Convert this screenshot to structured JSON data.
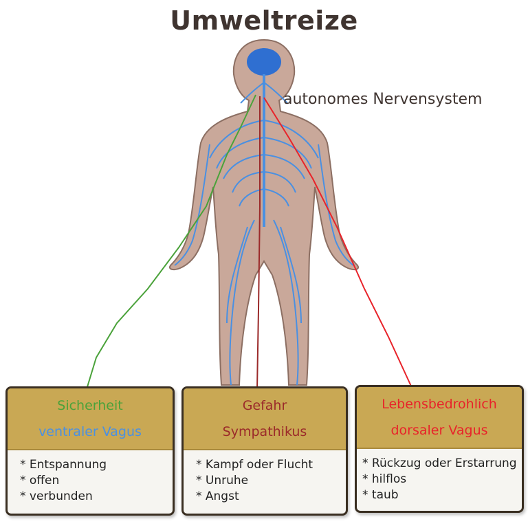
{
  "title": "Umweltreize",
  "ans_label": "autonomes Nervensystem",
  "colors": {
    "skin": "#c9a89a",
    "nerves": "#4a90e2",
    "brain": "#2f6fd1",
    "green": "#4aa23a",
    "darkred": "#9b2a2a",
    "red": "#e8232a",
    "box_header": "#c9a854"
  },
  "boxes": [
    {
      "state": "Sicherheit",
      "nerve": "ventraler Vagus",
      "items": [
        "Entspannung",
        "offen",
        "verbunden"
      ],
      "state_color": "#4aa23a",
      "nerve_color": "#4a90e2"
    },
    {
      "state": "Gefahr",
      "nerve": "Sympathikus",
      "items": [
        "Kampf oder Flucht",
        "Unruhe",
        "Angst"
      ],
      "state_color": "#9b2a2a",
      "nerve_color": "#9b2a2a"
    },
    {
      "state": "Lebensbedrohlich",
      "nerve": "dorsaler Vagus",
      "items": [
        "Rückzug oder Erstarrung",
        "hilflos",
        "taub"
      ],
      "state_color": "#e8232a",
      "nerve_color": "#e8232a"
    }
  ]
}
